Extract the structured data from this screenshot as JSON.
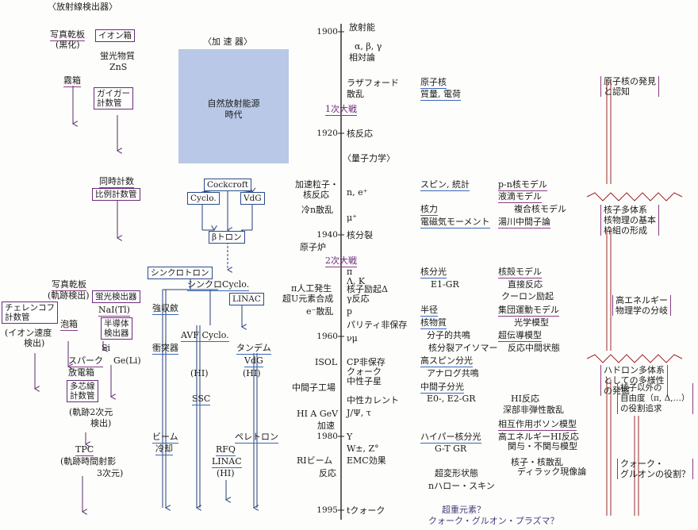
{
  "detector_heading": "〈放射線検出器〉",
  "accelerator_heading": "〈加 速 器〉",
  "natural_source": [
    "自然放射能源",
    "時代"
  ],
  "detectors": {
    "photo_plate_1": "写真乾板",
    "blackening": "(黒化)",
    "ion_chamber": "イオン箱",
    "fluorescent": "蛍光物質",
    "zns": "ZnS",
    "cloud_chamber_1": "霧箱",
    "geiger": [
      "ガイガー",
      "計数管"
    ],
    "coincidence": "同時計数",
    "proportional": "比例計数管",
    "photo_plate_2": "写真乾板",
    "track_detect": "(軌跡検出)",
    "cherenkov": [
      "チェレンコフ",
      "計数管"
    ],
    "ion_speed": [
      "(イオン速度",
      "検出)"
    ],
    "cloud_chamber_2": "泡箱",
    "scint_detector": "蛍光検出器",
    "nai": "NaI(Tl)",
    "semiconductor": [
      "半導体",
      "検出器"
    ],
    "si": "Si",
    "ge": "Ge(Li)",
    "spark": "スパーク",
    "discharge": "放電箱",
    "multiwire": [
      "多芯線",
      "計数管"
    ],
    "track_2d": [
      "(軌跡2次元",
      "検出)"
    ],
    "tpc": "TPC",
    "track_time": "(軌跡時間射影",
    "dim3": "3次元)"
  },
  "accelerators": {
    "cockcroft": "Cockcroft",
    "cyclo": "Cyclo.",
    "vdg": "VdG",
    "betatron": "βトロン",
    "synchrotron": "シンクロトロン",
    "synchrocyclo": "シンクロCyclo.",
    "linac": "LINAC",
    "strong_focus": "強収斂",
    "collider": "衝突器",
    "avf": "AVF Cyclo.",
    "tandem": "タンデム",
    "vdg2": "VdG",
    "hi1": "(HI)",
    "hi2": "(HI)",
    "ssc": "SSC",
    "beam": "ビーム",
    "cooling": "冷却",
    "rfq": "RFQ",
    "linac2": "LINAC",
    "hi3": "(HI)",
    "pelletron": "ペレトロン"
  },
  "years": [
    "1900",
    "1920",
    "1940",
    "1960",
    "1980",
    "1995"
  ],
  "wars": [
    "1次大戦",
    "2次大戦"
  ],
  "left_timeline": [
    "加速粒子・",
    "核反応",
    "冷n散乱",
    "原子炉",
    "π人工発生",
    "超U元素合成",
    "e⁻散乱",
    "ISOL",
    "中間子工場",
    "HI A GeV",
    "加速",
    "RIビーム",
    "反応"
  ],
  "events": [
    "放射能",
    "α, β, γ",
    "相対論",
    "ラザフォード",
    "散乱",
    "核反応",
    "〈量子力学〉",
    "n, e⁺",
    "μ⁺",
    "核分裂",
    "π",
    "Λ, K",
    "核子励起Δ",
    "γ反応",
    "p",
    "パリティ非保存",
    "νμ",
    "CP非保存",
    "クォーク",
    "中性子星",
    "中性カレント",
    "J/Ψ, τ",
    "Υ",
    "W±, Z°",
    "EMC効果",
    "tクォーク"
  ],
  "physics": [
    "原子核",
    "質量, 電荷",
    "スピン, 統計",
    "p-n核モデル",
    "液滴モデル",
    "複合核モデル",
    "核力",
    "電磁気モーメント",
    "湯川中間子論",
    "核分光",
    "核殻モデル",
    "E1-GR",
    "直接反応",
    "クーロン励起",
    "半径",
    "集団運動モデル",
    "核物質",
    "光学模型",
    "分子的共鳴",
    "超伝導模型",
    "核分裂アイソマー",
    "反応中間状態",
    "高スピン分光",
    "アナログ共鳴",
    "中間子分光",
    "E0-, E2-GR",
    "HI反応",
    "深部非弾性散乱",
    "相互作用ボソン模型",
    "ハイパー核分光",
    "高エネルギーHI反応",
    "G-T GR",
    "関与・不関与模型",
    "核子・核散乱",
    "超変形状態",
    "ディラック現像論",
    "nハロー・スキン"
  ],
  "future": [
    "超重元素？",
    "クォーク・グルオン・プラズマ？"
  ],
  "eras": [
    [
      "原子核の発見",
      "と認知"
    ],
    [
      "核子多体系",
      "核物理の基本",
      "枠組の形成"
    ],
    [
      "高エネルギー",
      "物理学の分岐"
    ],
    [
      "ハドロン多体系",
      "としての多様性",
      "の発掘"
    ],
    [
      "核子以外の",
      "自由度（π, Δ,…）",
      "の役割追求"
    ],
    [
      "クォーク・",
      "グルオンの役割？"
    ]
  ]
}
